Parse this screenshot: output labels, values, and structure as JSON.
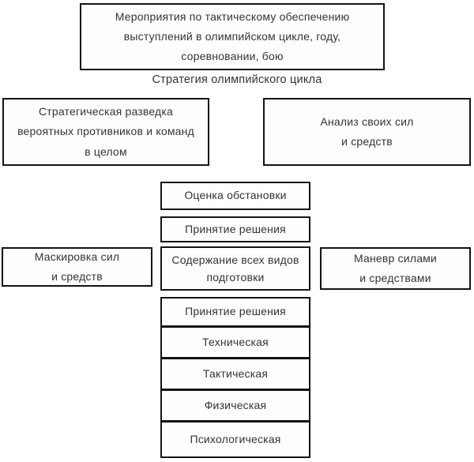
{
  "diagram": {
    "title_box": "Мероприятия по тактическому обеспечению\nвыступлений в олимпийском цикле, году,\nсоревновании, бою",
    "strategy_label": "Стратегия олимпийского цикла",
    "reconnaissance_box": "Стратегическая разведка\nвероятных противников и команд\nв целом",
    "analysis_box": "Анализ своих сил\nи средств",
    "assessment_box": "Оценка обстановки",
    "decision_box": "Принятие решения",
    "masking_box": "Маскировка сил\nи средств",
    "training_content_box": "Содержание всех видов\nподготовки",
    "maneuver_box": "Маневр силами\nи средствами",
    "preparation_stack": [
      "Принятие решения",
      "Техническая",
      "Тактическая",
      "Физическая",
      "Психологическая"
    ]
  },
  "colors": {
    "background": "#ffffff",
    "box_background": "#fefefe",
    "border": "#141414",
    "text": "#333333"
  }
}
